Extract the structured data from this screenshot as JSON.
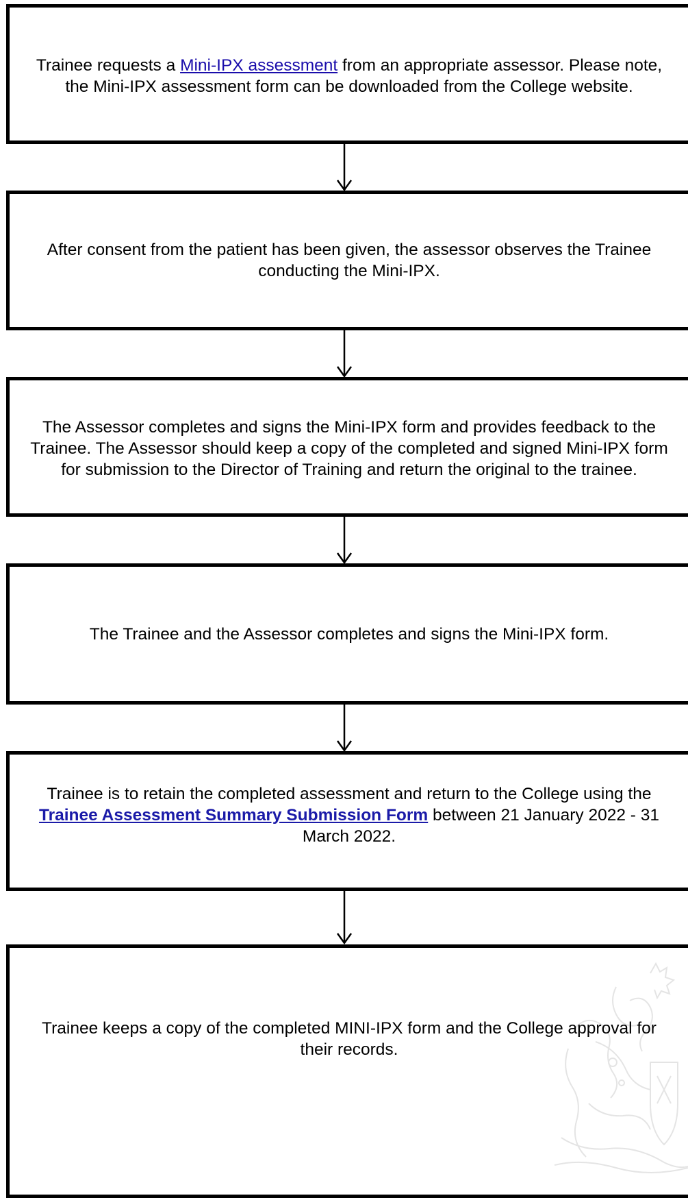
{
  "steps": [
    {
      "id": "request",
      "before": "Trainee requests a ",
      "link": "Mini-IPX assessment",
      "after": " from an appropriate assessor. Please note, the Mini-IPX assessment form can be downloaded from the College website."
    },
    {
      "id": "observe",
      "text": "After consent from the patient has been given, the assessor observes the Trainee conducting the Mini-IPX."
    },
    {
      "id": "feedback",
      "text": "The Assessor completes and signs the Mini-IPX form and provides feedback to the Trainee. The Assessor should keep a copy of the completed and signed Mini-IPX form for submission to the Director of Training and return the original to the trainee."
    },
    {
      "id": "sign",
      "text": "The Trainee and the Assessor completes and signs the Mini-IPX form."
    },
    {
      "id": "submit",
      "before": "Trainee is to retain the completed assessment and return to the College using the ",
      "link": "Trainee Assessment Summary Submission Form",
      "after": " between 21 January 2022 - 31 March 2022."
    },
    {
      "id": "records",
      "text": "Trainee keeps a copy of the completed MINI-IPX form and the College approval for their records."
    }
  ],
  "colors": {
    "border": "#000000",
    "link": "#1a0dab",
    "watermark": "#8a8a8a"
  },
  "watermark_icon": "college-crest-icon"
}
